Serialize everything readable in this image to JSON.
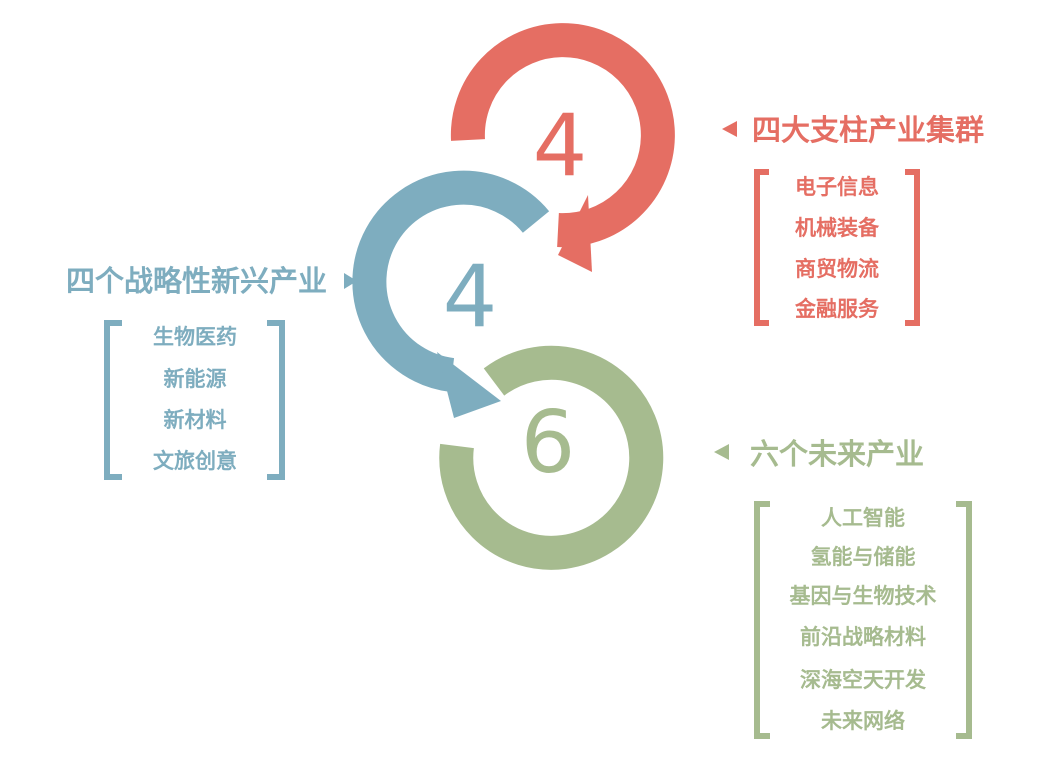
{
  "colors": {
    "red": "#E56E63",
    "blue": "#7EADBF",
    "green": "#A6BB8F"
  },
  "numbers": {
    "top": "4",
    "middle": "4",
    "bottom": "6"
  },
  "pillar": {
    "title": "四大支柱产业集群",
    "items": [
      "电子信息",
      "机械装备",
      "商贸物流",
      "金融服务"
    ]
  },
  "strategic": {
    "title": "四个战略性新兴产业",
    "items": [
      "生物医药",
      "新能源",
      "新材料",
      "文旅创意"
    ]
  },
  "future": {
    "title": "六个未来产业",
    "items": [
      "人工智能",
      "氢能与储能",
      "基因与生物技术",
      "前沿战略材料",
      "深海空天开发",
      "未来网络"
    ]
  }
}
